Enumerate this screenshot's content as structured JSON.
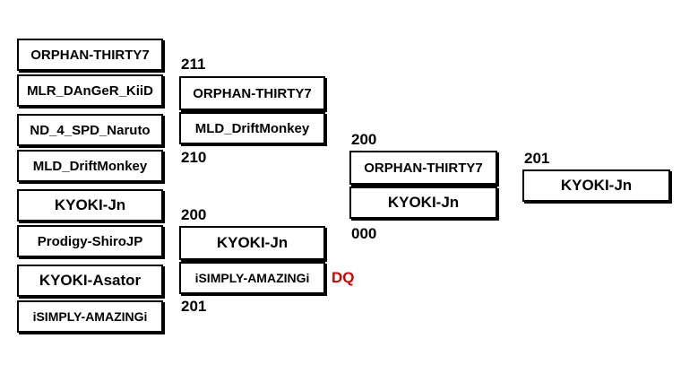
{
  "round1": [
    "ORPHAN-THIRTY7",
    "MLR_DAnGeR_KiiD",
    "ND_4_SPD_Naruto",
    "MLD_DriftMonkey",
    "KYOKI-Jn",
    "Prodigy-ShiroJP",
    "KYOKI-Asator",
    "iSIMPLY-AMAZINGi"
  ],
  "round2": {
    "match1": {
      "score_top": "211",
      "top": "ORPHAN-THIRTY7",
      "bottom": "MLD_DriftMonkey",
      "score_bottom": "210"
    },
    "match2": {
      "score_top": "200",
      "top": "KYOKI-Jn",
      "bottom": "iSIMPLY-AMAZINGi",
      "score_bottom": "201",
      "flag": "DQ"
    }
  },
  "round3": {
    "score_top": "200",
    "top": "ORPHAN-THIRTY7",
    "bottom": "KYOKI-Jn",
    "score_bottom": "000"
  },
  "final": {
    "score": "201",
    "winner": "KYOKI-Jn"
  },
  "colors": {
    "border": "#000000",
    "dq": "#d00000"
  }
}
